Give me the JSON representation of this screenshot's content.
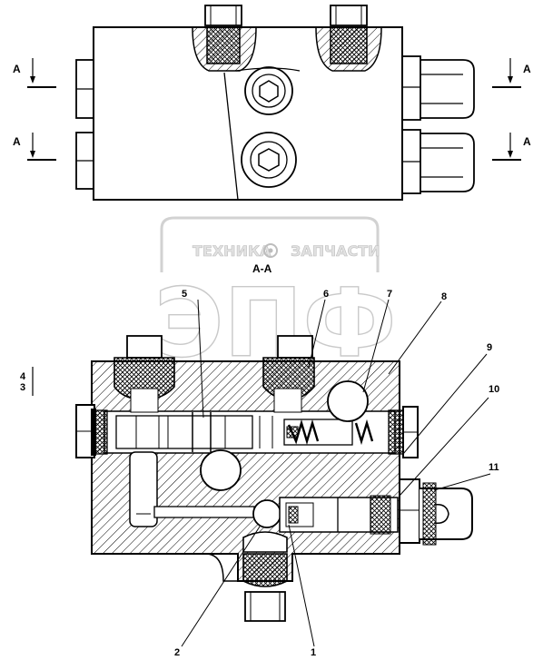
{
  "watermark": {
    "top_text": "ТЕХНИКА",
    "top_text_right": "ЗАПЧАСТИ",
    "big_text": "ЭПФ"
  },
  "top_view": {
    "section_marks": [
      "A",
      "A",
      "A",
      "A"
    ]
  },
  "section_view": {
    "title": "A-A",
    "callouts": [
      "1",
      "2",
      "3",
      "4",
      "5",
      "6",
      "7",
      "8",
      "9",
      "10",
      "11"
    ]
  }
}
